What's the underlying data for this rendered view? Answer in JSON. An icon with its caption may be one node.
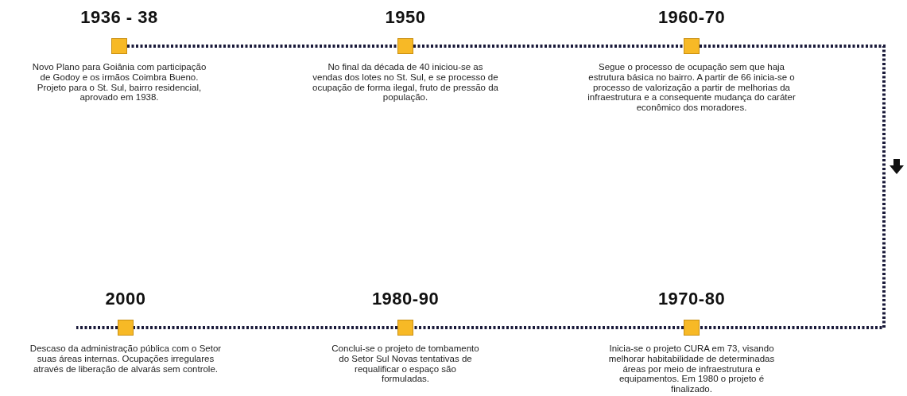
{
  "diagram": {
    "nodes": [
      {
        "text": [
          "1936 - 38",
          "Novo Plano para Goiânia com participação de Godoy e os irmãos Coimbra Bueno. Projeto para o St. Sul, bairro residencial, aprovado em 1938."
        ]
      },
      {
        "text": [
          "1950",
          "No final da década de 40 iniciou-se as vendas dos lotes no St. Sul, e se processo de ocupação de forma ilegal, fruto de pressão da população."
        ]
      },
      {
        "text": [
          "1960-70",
          "Segue o processo de ocupação sem que haja estrutura básica no bairro. A partir de 66 inicia-se o processo de valorização a partir de melhorias da infraestrutura e a consequente mudança do caráter econômico dos moradores."
        ]
      },
      {
        "text": [
          "2000",
          "Descaso da administração pública com o Setor suas áreas internas. Ocupações irregulares através de liberação de alvarás sem controle."
        ]
      },
      {
        "text": [
          "1980-90",
          "Conclui-se o projeto de tombamento do Setor Sul Novas tentativas de requalificar o espaço são formuladas."
        ]
      },
      {
        "text": [
          "1970-80",
          "Inicia-se o projeto CURA em 73, visando melhorar habitabilidade de determinadas áreas por meio de infraestrutura e equipamentos. Em 1980 o projeto é finalizado."
        ]
      }
    ],
    "edges": [
      {
        "from": 0,
        "to": 1,
        "arrow": "none",
        "style": "dashed"
      },
      {
        "from": 1,
        "to": 2,
        "arrow": "none",
        "style": "dashed"
      },
      {
        "from": 2,
        "to": 5,
        "arrow": "none",
        "style": "dashed"
      },
      {
        "from": 5,
        "to": 4,
        "arrow": "none",
        "style": "dashed"
      },
      {
        "from": 4,
        "to": 3,
        "arrow": "none",
        "style": "dashed"
      },
      {
        "from": 3,
        "to": null,
        "arrow": "none",
        "style": "dashed"
      }
    ]
  }
}
